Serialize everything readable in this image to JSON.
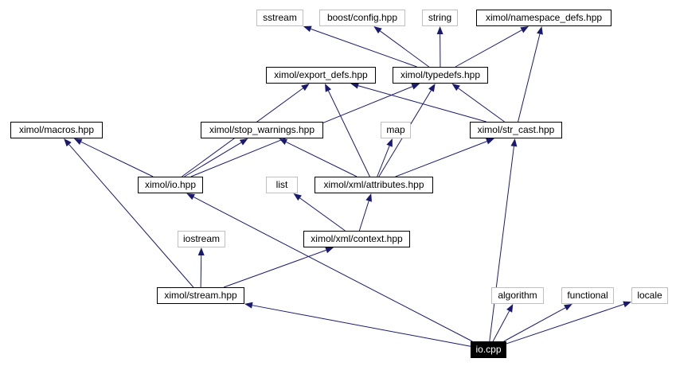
{
  "title": "io.cpp include dependency graph",
  "colors": {
    "edge": "#191970",
    "internal_border": "#000000",
    "external_border": "#bfbfbf",
    "root_bg": "#000000",
    "root_text": "#ffffff"
  },
  "nodes": [
    {
      "id": "sstream",
      "label": "sstream",
      "kind": "external"
    },
    {
      "id": "boost_config",
      "label": "boost/config.hpp",
      "kind": "external"
    },
    {
      "id": "string",
      "label": "string",
      "kind": "external"
    },
    {
      "id": "namespace_defs",
      "label": "ximol/namespace_defs.hpp",
      "kind": "internal"
    },
    {
      "id": "export_defs",
      "label": "ximol/export_defs.hpp",
      "kind": "internal"
    },
    {
      "id": "typedefs",
      "label": "ximol/typedefs.hpp",
      "kind": "internal"
    },
    {
      "id": "macros",
      "label": "ximol/macros.hpp",
      "kind": "internal"
    },
    {
      "id": "stop_warnings",
      "label": "ximol/stop_warnings.hpp",
      "kind": "internal"
    },
    {
      "id": "map",
      "label": "map",
      "kind": "external"
    },
    {
      "id": "str_cast",
      "label": "ximol/str_cast.hpp",
      "kind": "internal"
    },
    {
      "id": "io_hpp",
      "label": "ximol/io.hpp",
      "kind": "internal"
    },
    {
      "id": "list",
      "label": "list",
      "kind": "external"
    },
    {
      "id": "attributes",
      "label": "ximol/xml/attributes.hpp",
      "kind": "internal"
    },
    {
      "id": "iostream",
      "label": "iostream",
      "kind": "external"
    },
    {
      "id": "context",
      "label": "ximol/xml/context.hpp",
      "kind": "internal"
    },
    {
      "id": "stream",
      "label": "ximol/stream.hpp",
      "kind": "internal"
    },
    {
      "id": "algorithm",
      "label": "algorithm",
      "kind": "external"
    },
    {
      "id": "functional",
      "label": "functional",
      "kind": "external"
    },
    {
      "id": "locale",
      "label": "locale",
      "kind": "external"
    },
    {
      "id": "io_cpp",
      "label": "io.cpp",
      "kind": "root"
    }
  ],
  "edges": [
    {
      "from": "typedefs",
      "to": "sstream"
    },
    {
      "from": "typedefs",
      "to": "boost_config"
    },
    {
      "from": "typedefs",
      "to": "string"
    },
    {
      "from": "typedefs",
      "to": "namespace_defs"
    },
    {
      "from": "str_cast",
      "to": "namespace_defs"
    },
    {
      "from": "str_cast",
      "to": "export_defs"
    },
    {
      "from": "str_cast",
      "to": "typedefs"
    },
    {
      "from": "io_hpp",
      "to": "export_defs"
    },
    {
      "from": "io_hpp",
      "to": "typedefs"
    },
    {
      "from": "io_hpp",
      "to": "macros"
    },
    {
      "from": "io_hpp",
      "to": "stop_warnings"
    },
    {
      "from": "attributes",
      "to": "export_defs"
    },
    {
      "from": "attributes",
      "to": "typedefs"
    },
    {
      "from": "attributes",
      "to": "stop_warnings"
    },
    {
      "from": "attributes",
      "to": "map"
    },
    {
      "from": "attributes",
      "to": "str_cast"
    },
    {
      "from": "context",
      "to": "list"
    },
    {
      "from": "context",
      "to": "attributes"
    },
    {
      "from": "stream",
      "to": "macros"
    },
    {
      "from": "stream",
      "to": "iostream"
    },
    {
      "from": "stream",
      "to": "context"
    },
    {
      "from": "io_cpp",
      "to": "stream"
    },
    {
      "from": "io_cpp",
      "to": "io_hpp"
    },
    {
      "from": "io_cpp",
      "to": "str_cast"
    },
    {
      "from": "io_cpp",
      "to": "algorithm"
    },
    {
      "from": "io_cpp",
      "to": "functional"
    },
    {
      "from": "io_cpp",
      "to": "locale"
    }
  ]
}
